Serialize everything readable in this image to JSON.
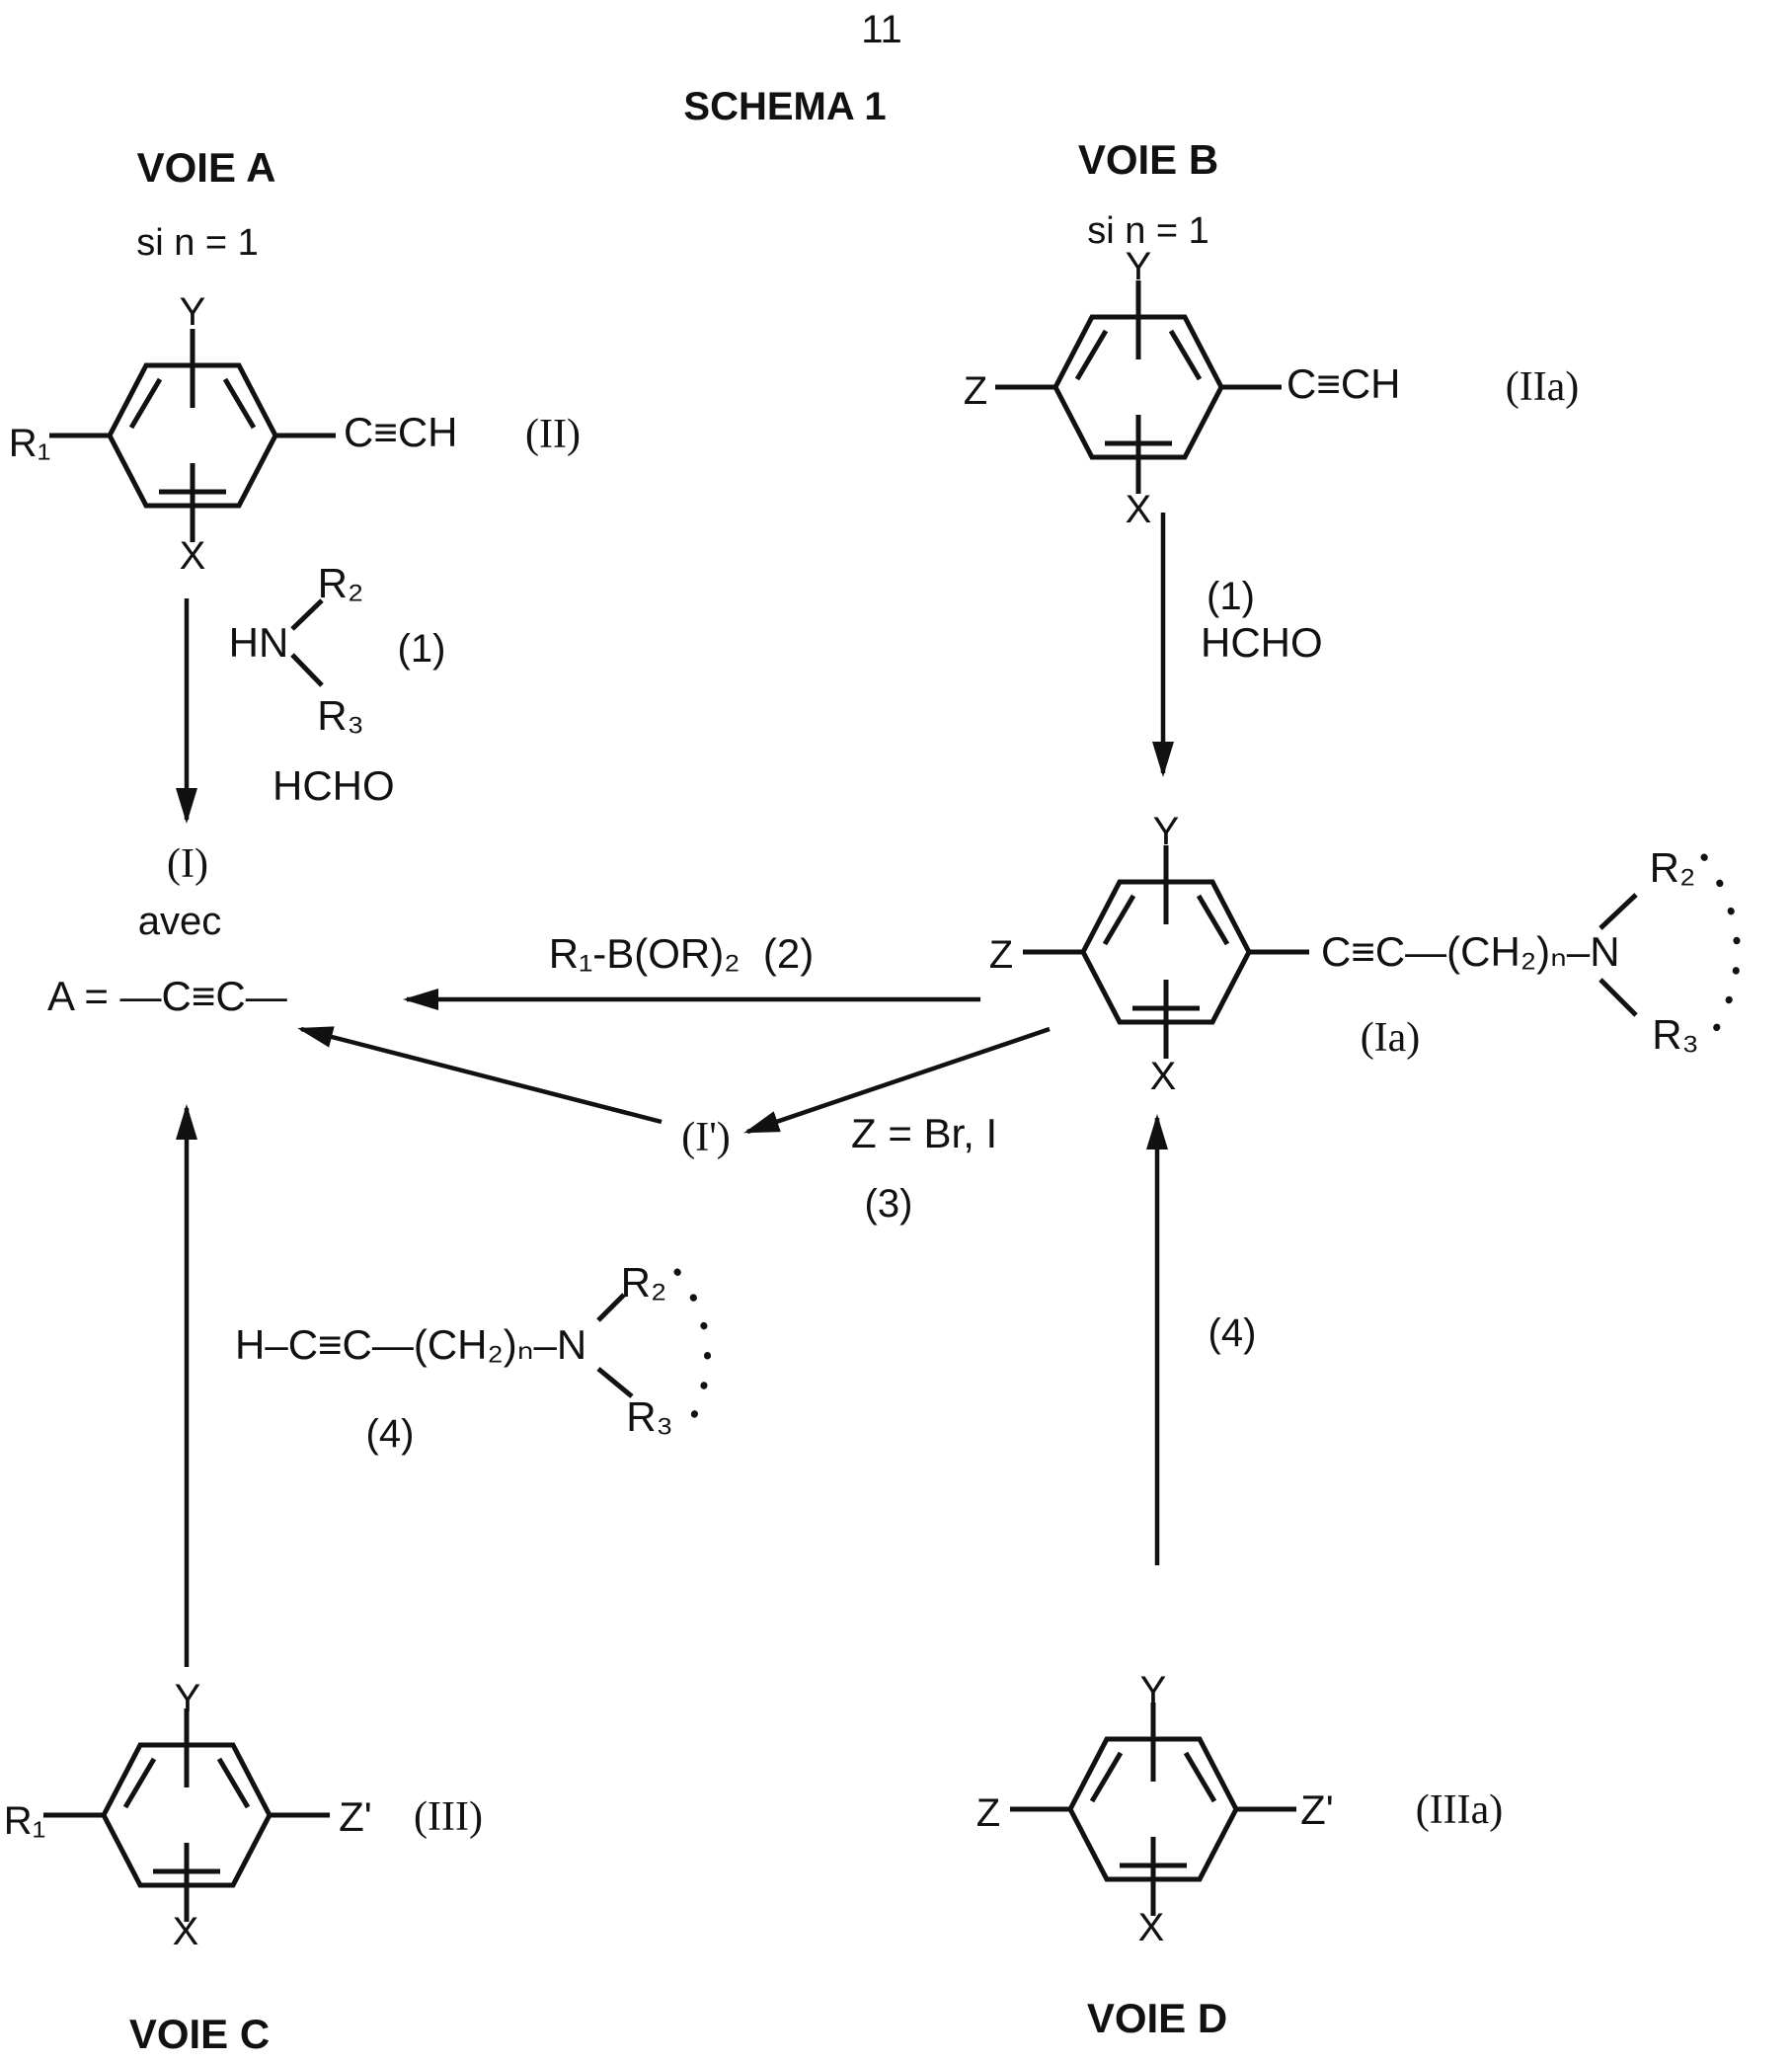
{
  "page": {
    "number": "11",
    "title": "SCHEMA 1"
  },
  "colors": {
    "ink": "#111111",
    "paper": "#ffffff"
  },
  "voieA": {
    "title": "VOIE A",
    "condition": "si n = 1",
    "ringII": {
      "top": "Y",
      "left": "R₁",
      "bottom": "X",
      "right": "C≡CH",
      "tag": "(II)"
    },
    "step1": {
      "amine_h": "HN",
      "amine_r2": "R₂",
      "amine_r3": "R₃",
      "tag": "(1)",
      "aldehyde": "HCHO"
    },
    "product_tag": "(I)",
    "avec": "avec",
    "a_definition": "A = —C≡C—"
  },
  "voieB": {
    "title": "VOIE B",
    "condition": "si n = 1",
    "ringIIa": {
      "top": "Y",
      "left": "Z",
      "bottom": "X",
      "right": "C≡CH",
      "tag": "(IIa)"
    },
    "step1": {
      "tag": "(1)",
      "aldehyde": "HCHO"
    },
    "ringIa": {
      "top": "Y",
      "left": "Z",
      "bottom": "X",
      "chain": "C≡C—(CH₂)ₙ–N",
      "r2": "R₂",
      "r3": "R₃",
      "tag": "(Ia)"
    }
  },
  "center": {
    "boronate": "R₁-B(OR)₂  (2)",
    "i_prime": "(I')",
    "z_condition": "Z = Br, I",
    "step3_tag": "(3)"
  },
  "compound4": {
    "formula": "H–C≡C—(CH₂)ₙ–N",
    "r2": "R₂",
    "r3": "R₃",
    "tag": "(4)"
  },
  "voieC": {
    "title": "VOIE C",
    "ringIII": {
      "top": "Y",
      "left": "R₁",
      "bottom": "X",
      "right": "Z'",
      "tag": "(III)"
    }
  },
  "voieD": {
    "title": "VOIE D",
    "step4_tag": "(4)",
    "ringIIIa": {
      "top": "Y",
      "left": "Z",
      "bottom": "X",
      "right": "Z'",
      "tag": "(IIIa)"
    }
  }
}
